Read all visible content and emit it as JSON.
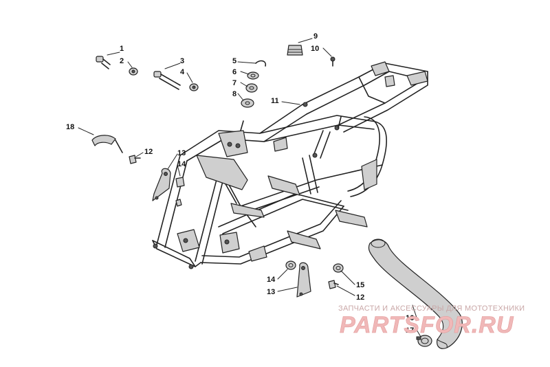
{
  "callouts": {
    "c1": "1",
    "c2": "2",
    "c3": "3",
    "c4": "4",
    "c5": "5",
    "c6": "6",
    "c7": "7",
    "c8": "8",
    "c9": "9",
    "c10": "10",
    "c11": "11",
    "c12a": "12",
    "c12b": "12",
    "c13a": "13",
    "c13b": "13",
    "c14a": "14",
    "c14b": "14",
    "c15": "15",
    "c16": "16",
    "c17": "17",
    "c18": "18"
  },
  "watermark": {
    "subtitle": "ЗАПЧАСТИ И АКСЕССУАРЫ ДЛЯ МОТОТЕХНИКИ",
    "brand": "PARTSFOR.RU"
  }
}
